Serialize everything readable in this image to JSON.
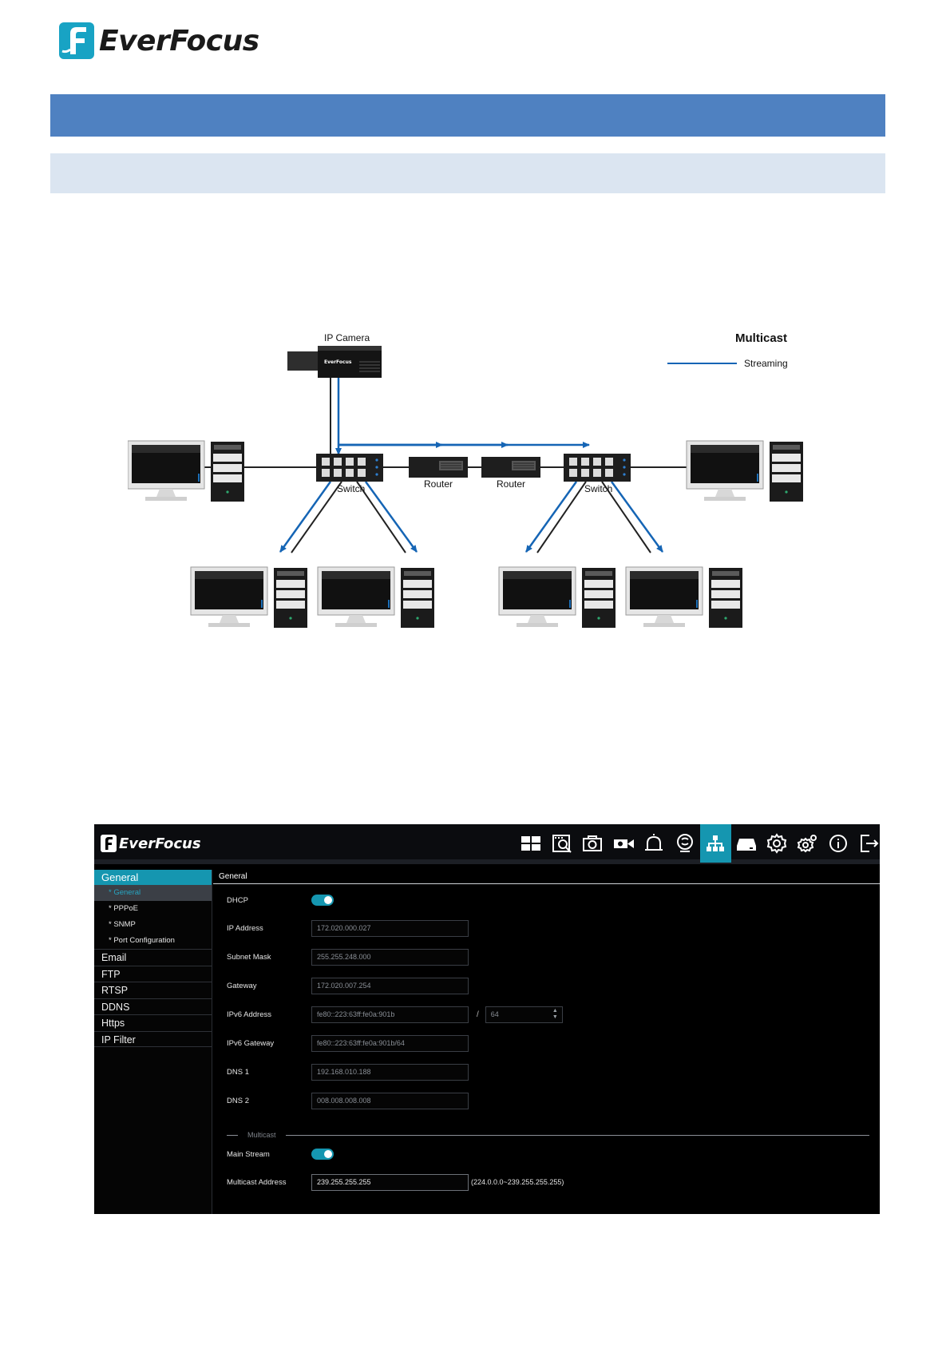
{
  "page": {
    "brand": "EverFocus",
    "colors": {
      "band_blue": "#4f81c1",
      "band_light": "#dbe5f1",
      "accent": "#1596b0",
      "stream": "#1565b5"
    }
  },
  "diagram": {
    "legend_title": "Multicast",
    "legend_item": "Streaming",
    "camera_label": "IP Camera",
    "camera_brand": "EverFocus",
    "switch_label": "Switch",
    "router_label": "Router"
  },
  "nvr": {
    "brand": "EverFocus",
    "toolbar": [
      {
        "icon": "live-view-grid-icon"
      },
      {
        "icon": "playback-icon"
      },
      {
        "icon": "camera-icon"
      },
      {
        "icon": "record-icon"
      },
      {
        "icon": "alarm-icon"
      },
      {
        "icon": "smart-analytics-icon"
      },
      {
        "icon": "network-icon",
        "active": true
      },
      {
        "icon": "storage-icon"
      },
      {
        "icon": "settings-icon"
      },
      {
        "icon": "advanced-settings-icon"
      },
      {
        "icon": "info-icon"
      },
      {
        "icon": "logout-icon"
      }
    ],
    "sidebar": {
      "head": "General",
      "subs": [
        "* General",
        "* PPPoE",
        "* SNMP",
        "* Port Configuration"
      ],
      "items": [
        "Email",
        "FTP",
        "RTSP",
        "DDNS",
        "Https",
        "IP Filter"
      ]
    },
    "content_title": "General",
    "form": {
      "dhcp_label": "DHCP",
      "ip_label": "IP Address",
      "ip_value": "172.020.000.027",
      "mask_label": "Subnet Mask",
      "mask_value": "255.255.248.000",
      "gateway_label": "Gateway",
      "gateway_value": "172.020.007.254",
      "ipv6_label": "IPv6 Address",
      "ipv6_value": "fe80::223:63ff:fe0a:901b",
      "ipv6_slash": "/",
      "ipv6_prefix": "64",
      "ipv6gw_label": "IPv6 Gateway",
      "ipv6gw_value": "fe80::223:63ff:fe0a:901b/64",
      "dns1_label": "DNS 1",
      "dns1_value": "192.168.010.188",
      "dns2_label": "DNS 2",
      "dns2_value": "008.008.008.008",
      "multicast_section": "Multicast",
      "main_stream_label": "Main Stream",
      "mc_addr_label": "Multicast Address",
      "mc_addr_value": "239.255.255.255",
      "mc_addr_hint": "(224.0.0.0~239.255.255.255)"
    }
  }
}
